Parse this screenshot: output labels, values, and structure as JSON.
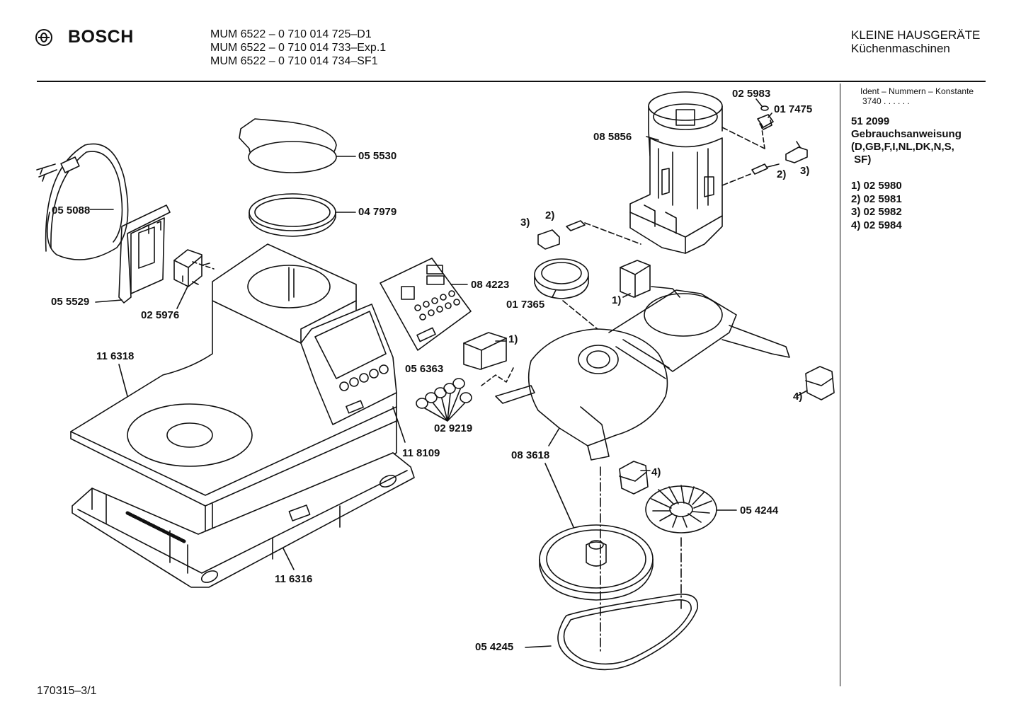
{
  "header": {
    "brand": "BOSCH",
    "models": [
      "MUM 6522 – 0 710 014 725–D1",
      "MUM 6522 – 0 710 014 733–Exp.1",
      "MUM 6522 – 0 710 014 734–SF1"
    ],
    "category": "KLEINE HAUSGERÄTE",
    "subcategory": "Küchenmaschinen"
  },
  "sidebar": {
    "ident_title": "Ident – Nummern – Konstante",
    "ident_value": "3740  . .    . . . .",
    "manual_number": "51 2099",
    "manual_title": "Gebrauchsanweisung",
    "manual_langs_1": "(D,GB,F,I,NL,DK,N,S,",
    "manual_langs_2": " SF)",
    "references": [
      "1) 02 5980",
      "2) 02 5981",
      "3) 02 5982",
      "4) 02 5984"
    ]
  },
  "parts": {
    "p055530": "05 5530",
    "p047979": "04 7979",
    "p055088": "05 5088",
    "p055529": "05 5529",
    "p025976": "02 5976",
    "p116318": "11 6318",
    "p084223": "08 4223",
    "p017365": "01 7365",
    "p056363": "05 6363",
    "p029219": "02 9219",
    "p118109": "11 8109",
    "p116316": "11 6316",
    "p025983": "02 5983",
    "p017475": "01 7475",
    "p085856": "08 5856",
    "p083618": "08 3618",
    "p054244": "05 4244",
    "p054245": "05 4245",
    "c1a": "1)",
    "c1b": "1)",
    "c2a": "2)",
    "c2b": "2)",
    "c3a": "3)",
    "c3b": "3)",
    "c4a": "4)",
    "c4b": "4)"
  },
  "footer": {
    "code": "170315–3/1"
  }
}
